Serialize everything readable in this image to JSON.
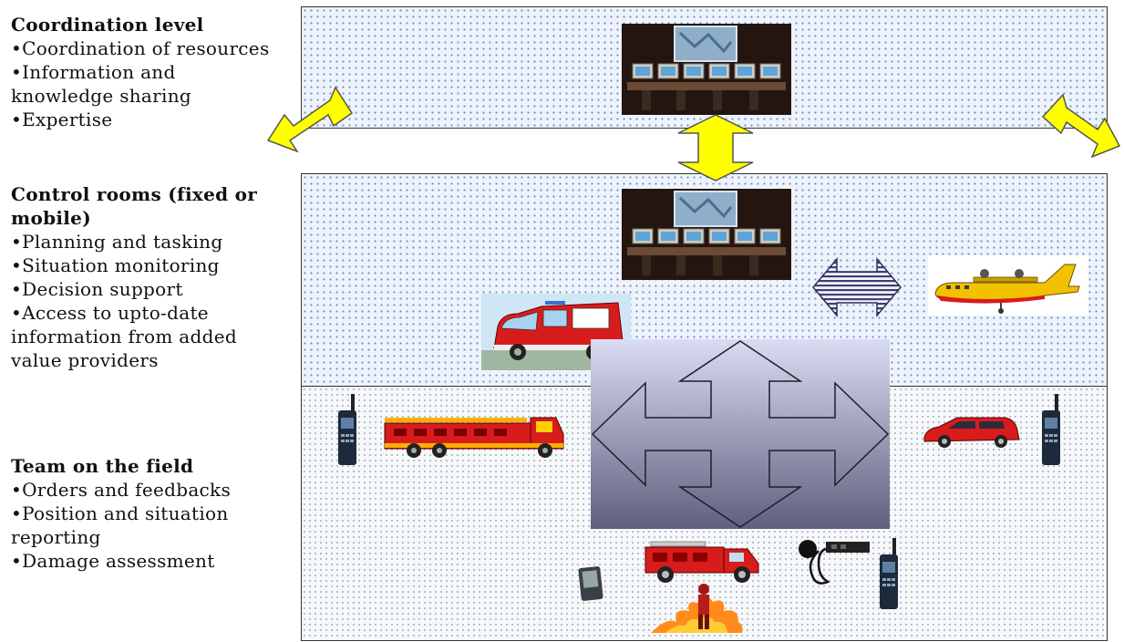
{
  "levels": {
    "coordination": {
      "heading": "Coordination level",
      "bullets": [
        "•Coordination of resources",
        "•Information and",
        "knowledge sharing",
        "•Expertise"
      ]
    },
    "control": {
      "heading_line1": "Control rooms (fixed or",
      "heading_line2": "mobile)",
      "bullets": [
        "•Planning and tasking",
        "•Situation monitoring",
        "•Decision support",
        "•Access to upto-date",
        "information from added",
        "value providers"
      ]
    },
    "field": {
      "heading": "Team on the field",
      "bullets": [
        "•Orders and feedbacks",
        "•Position and situation",
        "reporting",
        "•Damage assessment"
      ]
    }
  },
  "colors": {
    "yellow_arrow": "#ffff00",
    "band_dots": "#6f8fc7",
    "fire_red": "#d81c1c"
  }
}
